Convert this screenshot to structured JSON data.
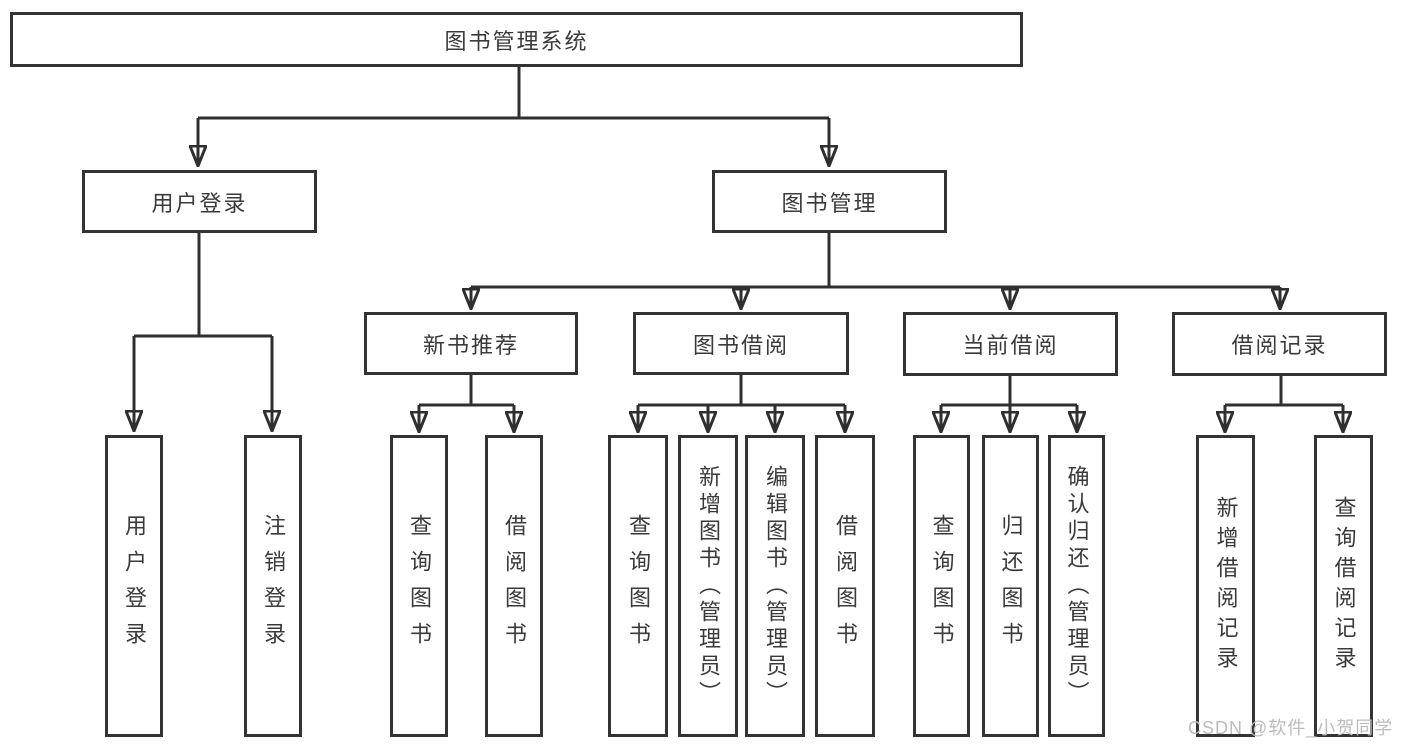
{
  "tree": {
    "label": "图书管理系统",
    "children": [
      {
        "label": "用户登录",
        "children": [
          {
            "label": "用户登录"
          },
          {
            "label": "注销登录"
          }
        ]
      },
      {
        "label": "图书管理",
        "children": [
          {
            "label": "新书推荐",
            "children": [
              {
                "label": "查询图书"
              },
              {
                "label": "借阅图书"
              }
            ]
          },
          {
            "label": "图书借阅",
            "children": [
              {
                "label": "查询图书"
              },
              {
                "label": "新增图书（管理员）"
              },
              {
                "label": "编辑图书（管理员）"
              },
              {
                "label": "借阅图书"
              }
            ]
          },
          {
            "label": "当前借阅",
            "children": [
              {
                "label": "查询图书"
              },
              {
                "label": "归还图书"
              },
              {
                "label": "确认归还（管理员）"
              }
            ]
          },
          {
            "label": "借阅记录",
            "children": [
              {
                "label": "新增借阅记录"
              },
              {
                "label": "查询借阅记录"
              }
            ]
          }
        ]
      }
    ]
  },
  "watermark": {
    "text": "CSDN @软件_小贺同学"
  },
  "colors": {
    "line": "#2f2f2f",
    "border": "#333333",
    "text": "#3a3a3a",
    "watermark": "#bcbcbc",
    "background": "#ffffff"
  }
}
